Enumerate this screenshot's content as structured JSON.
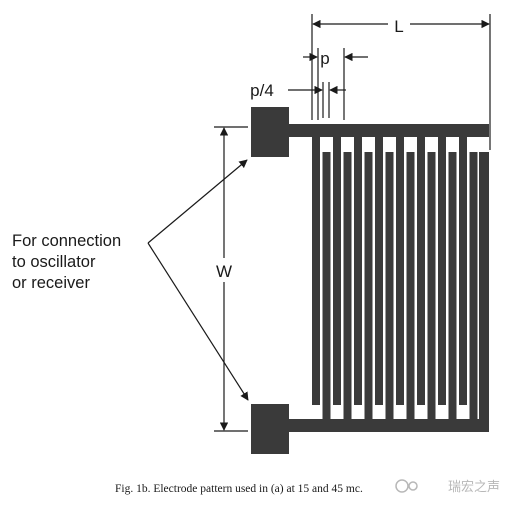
{
  "diagram": {
    "label_L": "L",
    "label_p": "p",
    "label_p4": "p/4",
    "label_W": "W",
    "note_lines": [
      "For connection",
      "to oscillator",
      "or receiver"
    ],
    "caption": "Fig. 1b.  Electrode pattern used in (a) at 15 and 45 mc.",
    "watermark": "瑞宏之声",
    "fingers_per_comb": 8,
    "colors": {
      "metal": "#3a3a3a",
      "ink": "#1a1a1a",
      "watermark": "#b8b8b8"
    }
  }
}
